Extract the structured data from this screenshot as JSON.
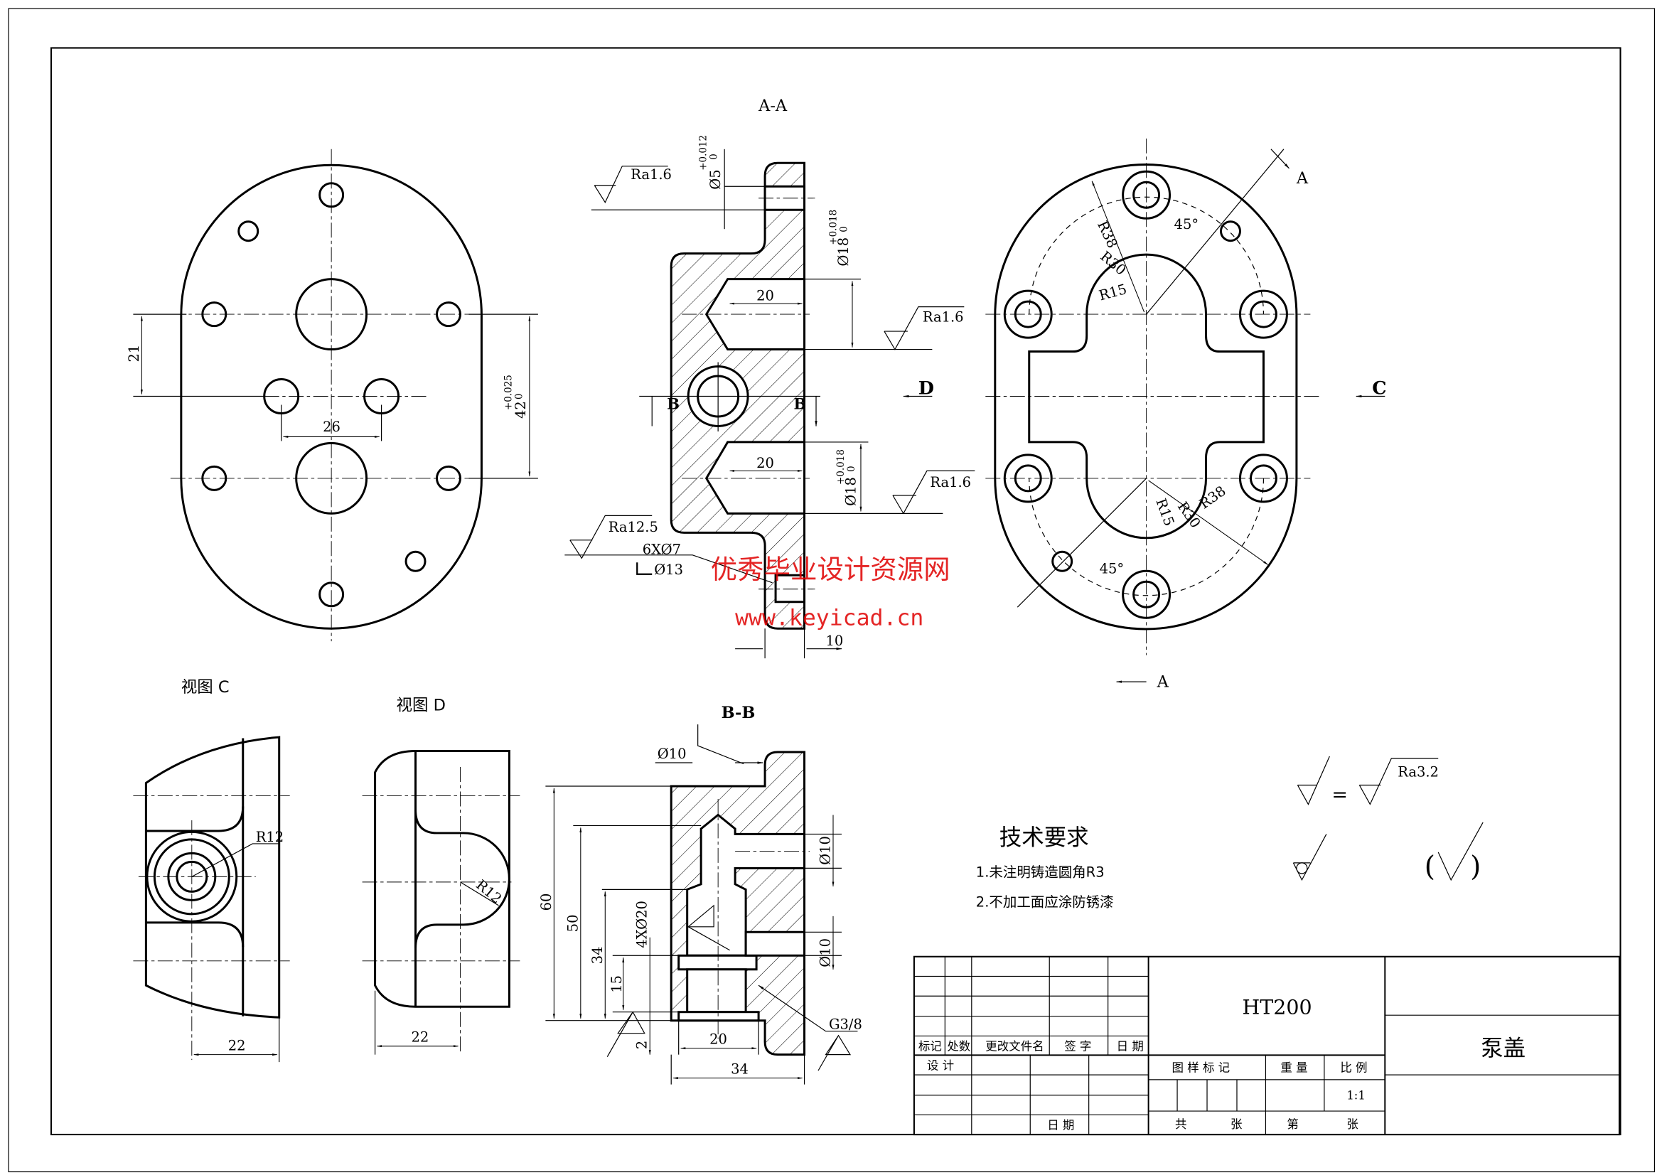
{
  "views": {
    "section_aa": "A-A",
    "section_bb": "B-B",
    "view_c": "视图 C",
    "view_d": "视图 D"
  },
  "cut_labels": {
    "a_top": "A",
    "a_bottom": "A",
    "c": "C",
    "d": "D",
    "b_left": "B",
    "b_right": "B"
  },
  "front_view": {
    "dim_21": "21",
    "dim_26": "26",
    "dim_42": "42",
    "dim_42_upper": "+0.025",
    "dim_42_lower": "0"
  },
  "section_aa": {
    "ra_top": "Ra1.6",
    "ra_mid": "Ra1.6",
    "ra_low": "Ra1.6",
    "ra_bottom": "Ra12.5",
    "dia5": "Ø5",
    "dia5_upper": "+0.012",
    "dia5_lower": "0",
    "dia18_a": "Ø18",
    "dia18_a_upper": "+0.018",
    "dia18_a_lower": "0",
    "dia18_b": "Ø18",
    "dia18_b_upper": "+0.018",
    "dia18_b_lower": "0",
    "depth_a": "20",
    "depth_b": "20",
    "hole_callout": "6XØ7",
    "counterbore": "Ø13",
    "dim_10": "10"
  },
  "right_view": {
    "r38_top": "R38",
    "r30_top": "R30",
    "r15_top": "R15",
    "angle_top": "45°",
    "r38_bottom": "R38",
    "r30_bottom": "R30",
    "r15_bottom": "R15",
    "angle_bottom": "45°"
  },
  "view_c": {
    "radius": "R12",
    "width": "22"
  },
  "view_d": {
    "radius": "R12",
    "width": "22"
  },
  "section_bb": {
    "dia10_top": "Ø10",
    "dia10_side_a": "Ø10",
    "dia10_side_b": "Ø10",
    "dim_60": "60",
    "dim_50": "50",
    "dim_34_v": "34",
    "dim_15": "15",
    "dim_4x20": "4XØ20",
    "dim_2": "2",
    "dim_20": "20",
    "dim_34_h": "34",
    "thread": "G3/8"
  },
  "tech_requirements": {
    "title": "技术要求",
    "items": [
      "1.未注明铸造圆角R3",
      "2.不加工面应涂防锈漆"
    ]
  },
  "surface_symbols": {
    "equals": "=",
    "ra": "Ra3.2",
    "paren_open": "(",
    "paren_close": ")"
  },
  "title_block": {
    "material": "HT200",
    "part_name": "泵盖",
    "headers": {
      "mark": "标记",
      "count": "处数",
      "change_doc": "更改文件名",
      "signature": "签 字",
      "date": "日 期"
    },
    "design": "设 计",
    "date_bottom": "日 期",
    "drawing_mark": "图 样 标 记",
    "weight": "重 量",
    "scale_label": "比 例",
    "scale": "1:1",
    "total": "共",
    "sheets_a": "张",
    "sheet_no": "第",
    "sheets_b": "张"
  },
  "watermark": {
    "line1": "优秀毕业设计资源网",
    "line2": "www.keyicad.cn"
  }
}
